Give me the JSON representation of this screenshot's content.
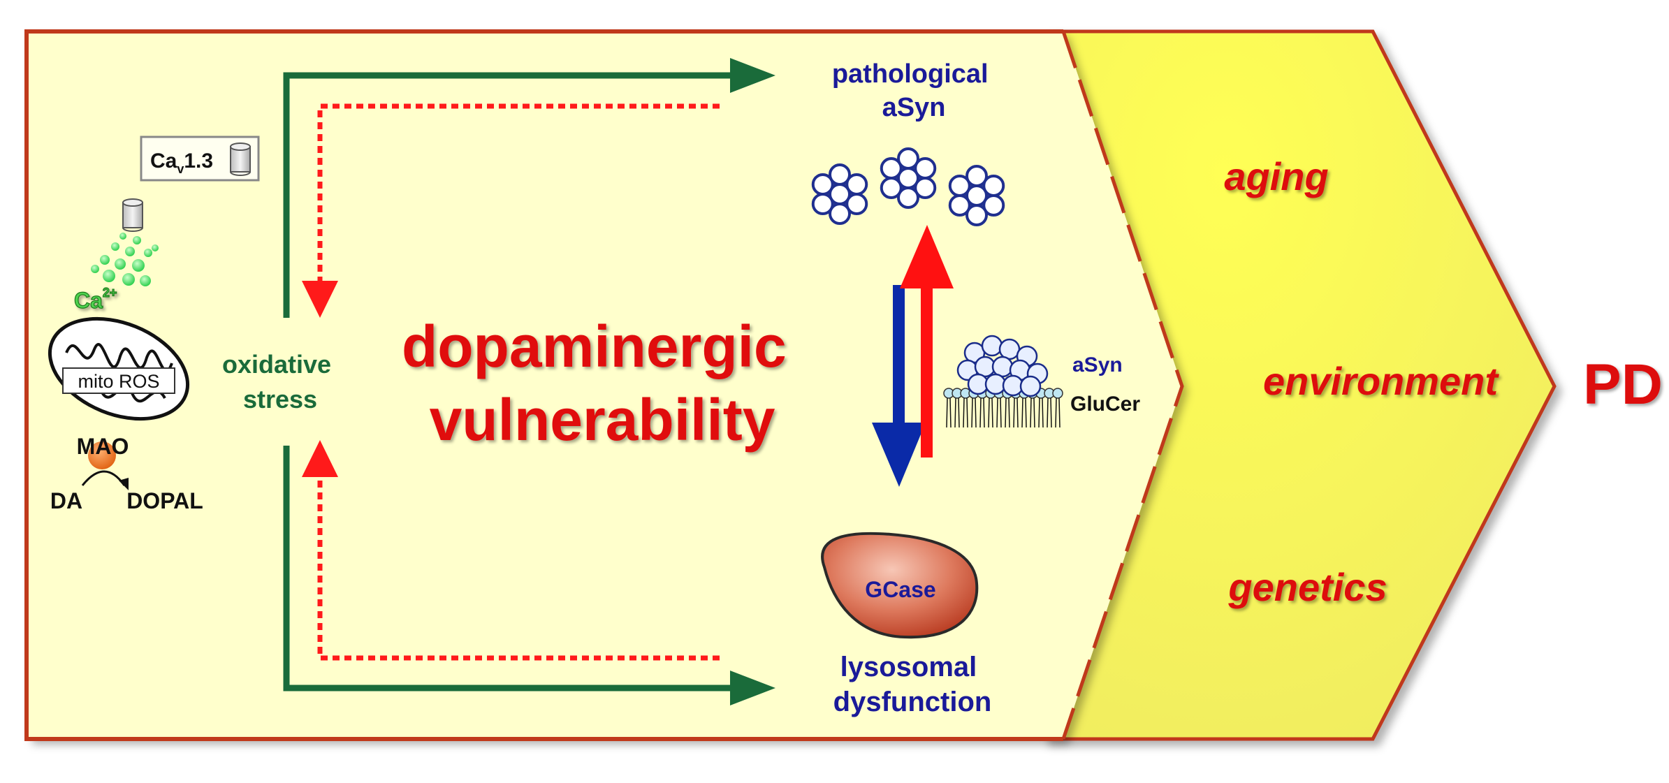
{
  "labels": {
    "cav_main": "Ca",
    "cav_sub": "v",
    "cav_tail": "1.3",
    "ca_main": "Ca",
    "ca_sup": "2+",
    "mito_ros": "mito ROS",
    "mao": "MAO",
    "da": "DA",
    "dopal": "DOPAL",
    "oxidative_line1": "oxidative",
    "oxidative_line2": "stress",
    "center_line1": "dopaminergic",
    "center_line2": "vulnerability",
    "pathological_line1": "pathological",
    "pathological_line2": "aSyn",
    "lysosomal_line1": "lysosomal",
    "lysosomal_line2": "dysfunction",
    "gcase": "GCase",
    "asyn_small": "aSyn",
    "glucer": "GluCer",
    "aging": "aging",
    "environment": "environment",
    "genetics": "genetics",
    "pd": "PD"
  },
  "colors": {
    "panel_fill": "#ffffcc",
    "panel_border": "#c0391b",
    "chevron_yellow": "#ffff66",
    "green_arrow": "#1a6b3a",
    "red_dotted": "#ff1a1a",
    "blue_text": "#1a1a99",
    "red_text": "#dd1111",
    "blue_arrow": "#0a2aa8",
    "red_arrow": "#ff1111",
    "gcase_fill": "#d2533a"
  }
}
